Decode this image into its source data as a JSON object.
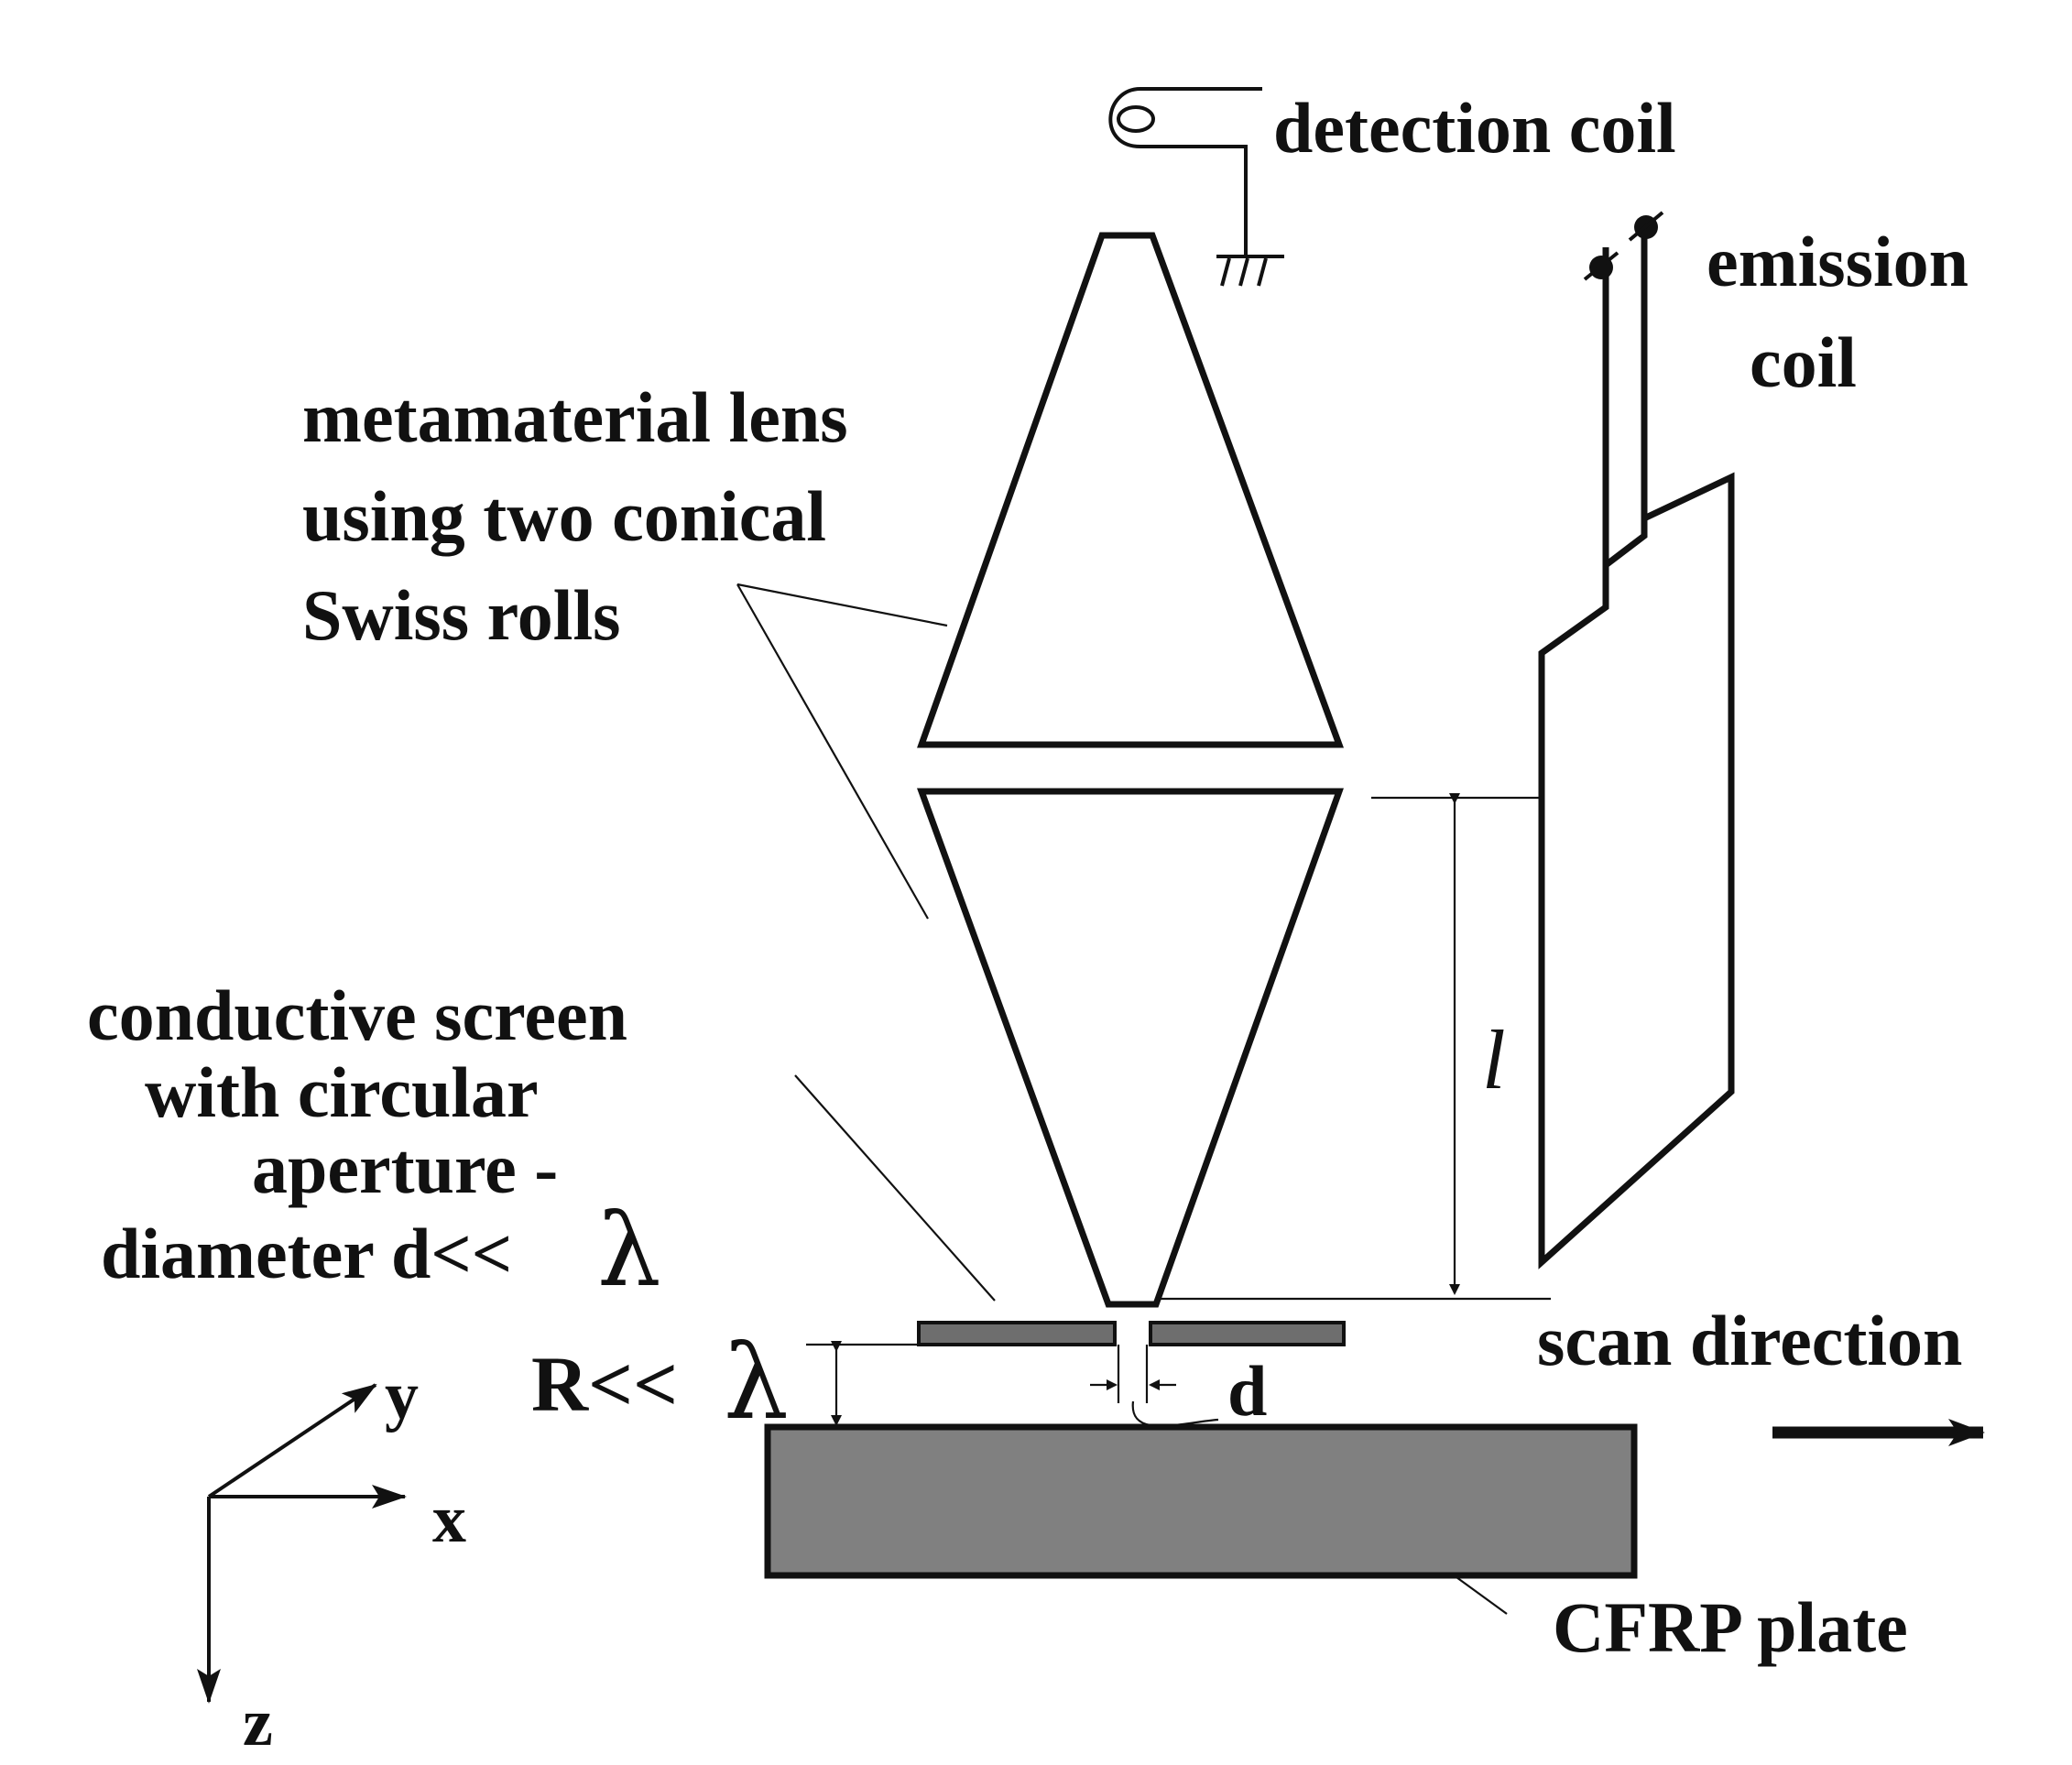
{
  "labels": {
    "detection_coil": "detection coil",
    "emission_coil_line1": "emission",
    "emission_coil_line2": "coil",
    "lens_line1": "metamaterial lens",
    "lens_line2": "using two conical",
    "lens_line3": "Swiss rolls",
    "screen_line1": "conductive screen",
    "screen_line2": "with circular",
    "screen_line3": "aperture -",
    "screen_line4": "diameter d<<",
    "screen_lambda": "λ",
    "length_symbol": "l",
    "distance_R": "R<<",
    "distance_lambda": "λ",
    "aperture_d": "d",
    "scan_direction": "scan direction",
    "plate": "CFRP plate",
    "axis_x": "x",
    "axis_y": "y",
    "axis_z": "z"
  },
  "colors": {
    "line": "#111111",
    "plate_fill": "#808080",
    "screen_fill": "#6e6e6e",
    "background": "#ffffff"
  }
}
